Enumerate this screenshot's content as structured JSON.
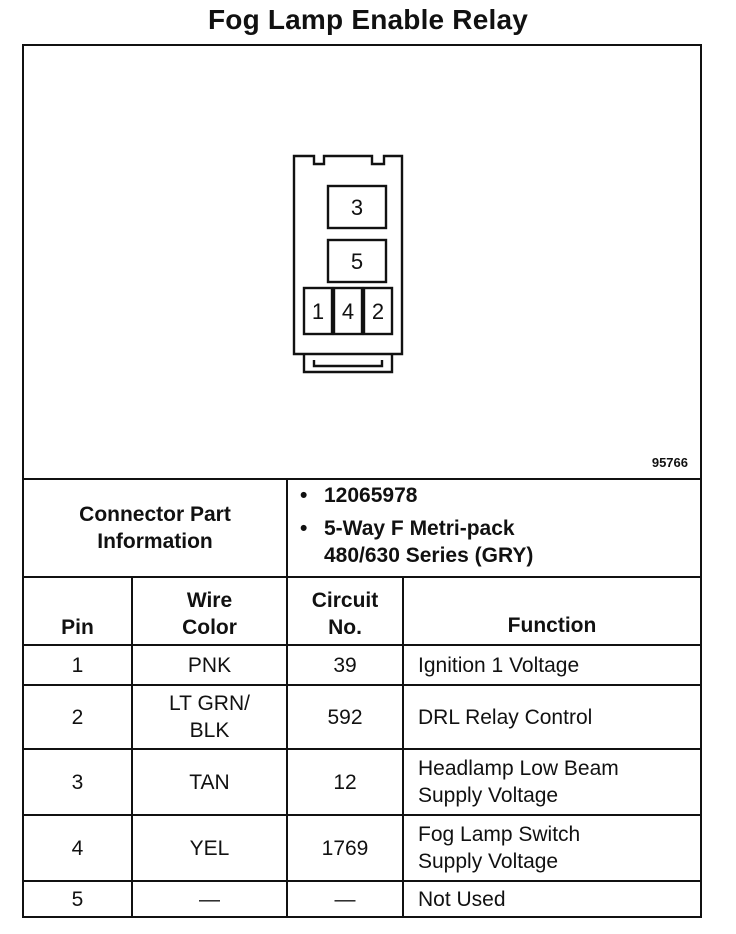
{
  "title": "Fog Lamp Enable Relay",
  "figure_id": "95766",
  "connector": {
    "pins_shown": [
      "3",
      "5",
      "1",
      "4",
      "2"
    ]
  },
  "connector_info": {
    "label": "Connector Part\nInformation",
    "items": [
      "12065978",
      "5-Way F Metri-pack\n480/630 Series (GRY)"
    ]
  },
  "table": {
    "headers": {
      "pin": "Pin",
      "wire_color": "Wire\nColor",
      "circuit": "Circuit\nNo.",
      "function": "Function"
    },
    "rows": [
      {
        "pin": "1",
        "wire_color": "PNK",
        "circuit": "39",
        "function": "Ignition 1 Voltage"
      },
      {
        "pin": "2",
        "wire_color": "LT GRN/\nBLK",
        "circuit": "592",
        "function": "DRL Relay Control"
      },
      {
        "pin": "3",
        "wire_color": "TAN",
        "circuit": "12",
        "function": "Headlamp Low Beam\nSupply Voltage"
      },
      {
        "pin": "4",
        "wire_color": "YEL",
        "circuit": "1769",
        "function": "Fog Lamp Switch\nSupply Voltage"
      },
      {
        "pin": "5",
        "wire_color": "—",
        "circuit": "—",
        "function": "Not Used"
      }
    ]
  }
}
